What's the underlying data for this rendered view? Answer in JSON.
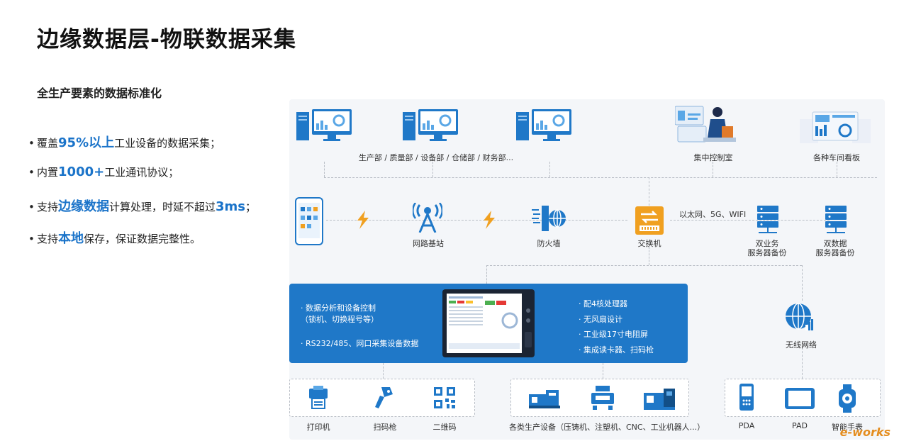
{
  "title": "边缘数据层-物联数据采集",
  "subtitle": "全生产要素的数据标准化",
  "bullets": [
    {
      "pre": "覆盖",
      "hl": "95%以上",
      "post": "工业设备的数据采集；"
    },
    {
      "pre": "内置",
      "hl": "1000+",
      "post": "工业通讯协议；"
    },
    {
      "pre": "支持",
      "hl": "边缘数据",
      "post": "计算处理，时延不超过",
      "hl2": "3ms",
      "post2": "；"
    },
    {
      "pre": "支持",
      "hl": "本地",
      "post": "保存，保证数据完整性。"
    }
  ],
  "top_row": {
    "departments_label": "生产部 / 质量部 / 设备部 / 仓储部 / 财务部...",
    "control_room_label": "集中控制室",
    "boards_label": "各种车间看板"
  },
  "network_row": {
    "base_station_label": "网路基站",
    "firewall_label": "防火墙",
    "switch_label": "交换机",
    "link_label": "以太网、5G、WIFI",
    "server1_label_line1": "双业务",
    "server1_label_line2": "服务器备份",
    "server2_label_line1": "双数据",
    "server2_label_line2": "服务器备份"
  },
  "panel": {
    "left_items": [
      "· 数据分析和设备控制",
      "（锁机、切换程号等）",
      "· RS232/485、网口采集设备数据"
    ],
    "right_items": [
      "· 配4核处理器",
      "· 无风扇设计",
      "· 工业级17寸电阻屏",
      "· 集成读卡器、扫码枪"
    ]
  },
  "wireless_label": "无线网络",
  "devices": {
    "printer": "打印机",
    "scanner": "扫码枪",
    "qrcode": "二维码",
    "production_label": "各类生产设备（压铸机、注塑机、CNC、工业机器人...）",
    "pda": "PDA",
    "pad": "PAD",
    "watch": "智能手表"
  },
  "watermark": "e-works",
  "colors": {
    "accent": "#1a73c9",
    "panel": "#1f78c8",
    "icon": "#1f78c8",
    "bolt": "#f0a020"
  }
}
